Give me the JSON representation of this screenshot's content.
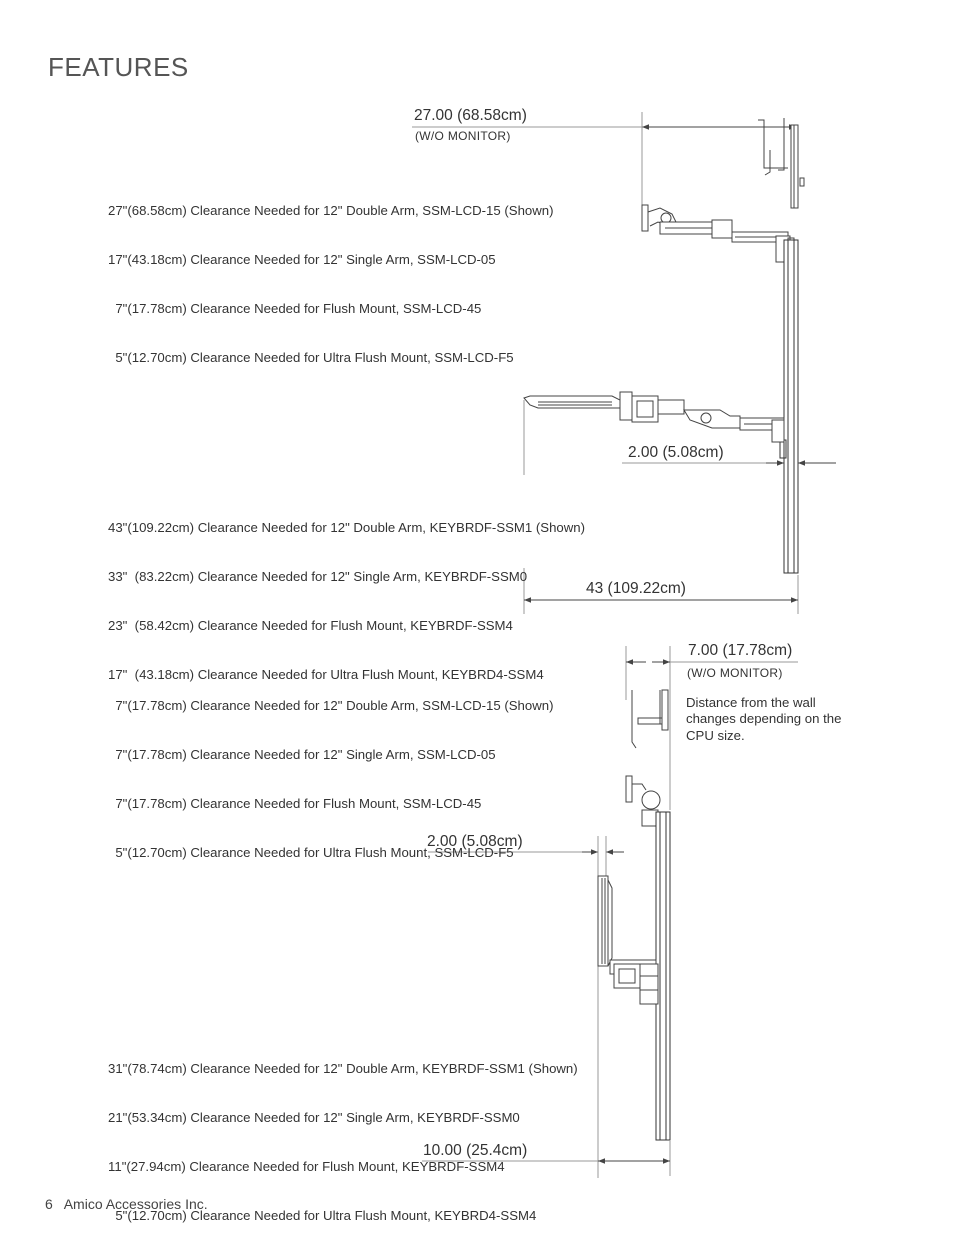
{
  "page": {
    "title": "FEATURES",
    "footer": {
      "page_number": "6",
      "company": "Amico Accessories Inc."
    }
  },
  "top_diagram": {
    "monitor_dimension": "27.00 (68.58cm)",
    "monitor_dimension_note": "(W/O MONITOR)",
    "monitor_clearance": [
      "27\"(68.58cm) Clearance Needed for 12\" Double Arm, SSM-LCD-15 (Shown)",
      "17\"(43.18cm) Clearance Needed for 12\" Single Arm, SSM-LCD-05",
      "  7\"(17.78cm) Clearance Needed for Flush Mount, SSM-LCD-45",
      "  5\"(12.70cm) Clearance Needed for Ultra Flush Mount, SSM-LCD-F5"
    ],
    "wall_dimension": "2.00 (5.08cm)",
    "keyboard_clearance": [
      "43\"(109.22cm) Clearance Needed for 12\" Double Arm, KEYBRDF-SSM1 (Shown)",
      "33\"  (83.22cm) Clearance Needed for 12\" Single Arm, KEYBRDF-SSM0",
      "23\"  (58.42cm) Clearance Needed for Flush Mount, KEYBRDF-SSM4",
      "17\"  (43.18cm) Clearance Needed for Ultra Flush Mount, KEYBRD4-SSM4"
    ],
    "keyboard_dimension": "43 (109.22cm)"
  },
  "bottom_diagram": {
    "monitor_dimension": "7.00 (17.78cm)",
    "monitor_dimension_note": "(W/O MONITOR)",
    "wall_note": "Distance from the wall changes depending on the CPU size.",
    "monitor_clearance": [
      "  7\"(17.78cm) Clearance Needed for 12\" Double Arm, SSM-LCD-15 (Shown)",
      "  7\"(17.78cm) Clearance Needed for 12\" Single Arm, SSM-LCD-05",
      "  7\"(17.78cm) Clearance Needed for Flush Mount, SSM-LCD-45",
      "  5\"(12.70cm) Clearance Needed for Ultra Flush Mount, SSM-LCD-F5"
    ],
    "wall_dimension": "2.00 (5.08cm)",
    "keyboard_clearance": [
      "31\"(78.74cm) Clearance Needed for 12\" Double Arm, KEYBRDF-SSM1 (Shown)",
      "21\"(53.34cm) Clearance Needed for 12\" Single Arm, KEYBRDF-SSM0",
      "11\"(27.94cm) Clearance Needed for Flush Mount, KEYBRDF-SSM4",
      "  5\"(12.70cm) Clearance Needed for Ultra Flush Mount, KEYBRD4-SSM4"
    ],
    "keyboard_dimension": "10.00 (25.4cm)"
  }
}
